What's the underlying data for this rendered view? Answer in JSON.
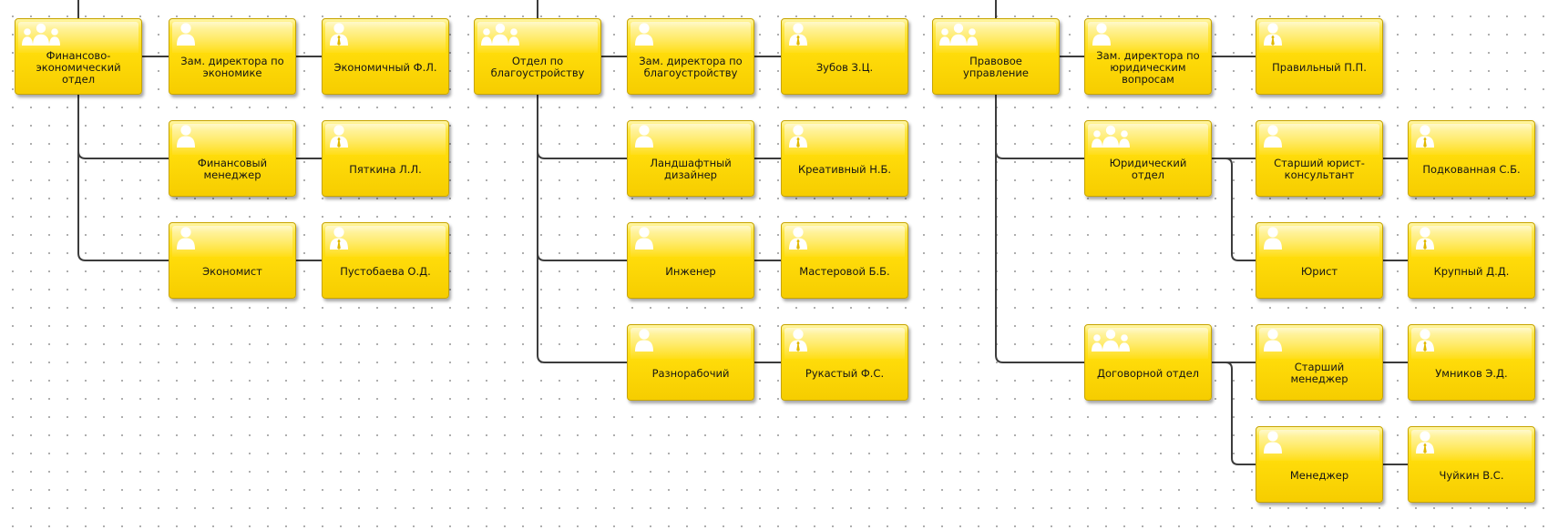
{
  "nodes": [
    {
      "id": "n1",
      "type": "group",
      "label": "Финансово-\nэкономический\nотдел"
    },
    {
      "id": "n2",
      "type": "person",
      "label": "Зам. директора по\nэкономике"
    },
    {
      "id": "n3",
      "type": "person-tie",
      "label": "Экономичный Ф.Л."
    },
    {
      "id": "n4",
      "type": "person",
      "label": "Финансовый\nменеджер"
    },
    {
      "id": "n5",
      "type": "person-tie",
      "label": "Пяткина Л.Л."
    },
    {
      "id": "n6",
      "type": "person",
      "label": "Экономист"
    },
    {
      "id": "n7",
      "type": "person-tie",
      "label": "Пустобаева О.Д."
    },
    {
      "id": "n8",
      "type": "group",
      "label": "Отдел по\nблагоустройству"
    },
    {
      "id": "n9",
      "type": "person",
      "label": "Зам. директора по\nблагоустройству"
    },
    {
      "id": "n10",
      "type": "person-tie",
      "label": "Зубов З.Ц."
    },
    {
      "id": "n11",
      "type": "person",
      "label": "Ландшафтный\nдизайнер"
    },
    {
      "id": "n12",
      "type": "person-tie",
      "label": "Креативный Н.Б."
    },
    {
      "id": "n13",
      "type": "person",
      "label": "Инженер"
    },
    {
      "id": "n14",
      "type": "person-tie",
      "label": "Мастеровой Б.Б."
    },
    {
      "id": "n15",
      "type": "person",
      "label": "Разнорабочий"
    },
    {
      "id": "n16",
      "type": "person-tie",
      "label": "Рукастый Ф.С."
    },
    {
      "id": "n17",
      "type": "group",
      "label": "Правовое\nуправление"
    },
    {
      "id": "n18",
      "type": "person",
      "label": "Зам. директора по\nюридическим\nвопросам"
    },
    {
      "id": "n19",
      "type": "person-tie",
      "label": "Правильный П.П."
    },
    {
      "id": "n20",
      "type": "group",
      "label": "Юридический\nотдел"
    },
    {
      "id": "n21",
      "type": "person",
      "label": "Старший юрист-\nконсультант"
    },
    {
      "id": "n22",
      "type": "person-tie",
      "label": "Подкованная С.Б."
    },
    {
      "id": "n23",
      "type": "person",
      "label": "Юрист"
    },
    {
      "id": "n24",
      "type": "person-tie",
      "label": "Крупный Д.Д."
    },
    {
      "id": "n25",
      "type": "group",
      "label": "Договорной отдел"
    },
    {
      "id": "n26",
      "type": "person",
      "label": "Старший\nменеджер"
    },
    {
      "id": "n27",
      "type": "person-tie",
      "label": "Умников Э.Д."
    },
    {
      "id": "n28",
      "type": "person",
      "label": "Менеджер"
    },
    {
      "id": "n29",
      "type": "person-tie",
      "label": "Чуйкин В.С."
    }
  ],
  "edges": [
    [
      "n1",
      "n2"
    ],
    [
      "n2",
      "n3"
    ],
    [
      "n1",
      "n4"
    ],
    [
      "n4",
      "n5"
    ],
    [
      "n1",
      "n6"
    ],
    [
      "n6",
      "n7"
    ],
    [
      "n8",
      "n9"
    ],
    [
      "n9",
      "n10"
    ],
    [
      "n8",
      "n11"
    ],
    [
      "n11",
      "n12"
    ],
    [
      "n8",
      "n13"
    ],
    [
      "n13",
      "n14"
    ],
    [
      "n8",
      "n15"
    ],
    [
      "n15",
      "n16"
    ],
    [
      "n17",
      "n18"
    ],
    [
      "n18",
      "n19"
    ],
    [
      "n17",
      "n20"
    ],
    [
      "n20",
      "n21"
    ],
    [
      "n21",
      "n22"
    ],
    [
      "n20",
      "n23"
    ],
    [
      "n23",
      "n24"
    ],
    [
      "n17",
      "n25"
    ],
    [
      "n25",
      "n26"
    ],
    [
      "n26",
      "n27"
    ],
    [
      "n25",
      "n28"
    ],
    [
      "n28",
      "n29"
    ]
  ],
  "colors": {
    "node_fill": "#ffdc0a",
    "node_border": "#c7a400",
    "connector": "#3c3c3c",
    "icon": "#ffffff"
  }
}
